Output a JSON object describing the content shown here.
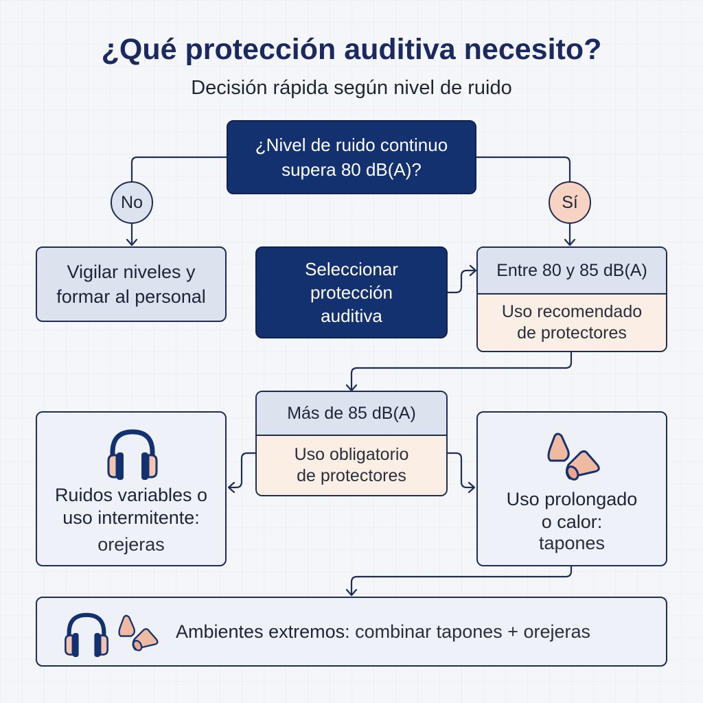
{
  "title": "¿Qué protección auditiva necesito?",
  "subtitle": "Decisión rápida según nivel de ruido",
  "question": "¿Nivel de ruido continuo\nsupera 80 dB(A)?",
  "branch_no": "No",
  "branch_yes": "Sí",
  "no_action": "Vigilar niveles y\nformar al personal",
  "select_label": "Seleccionar\nprotección\nauditiva",
  "range_80_85": {
    "header": "Entre 80 y 85 dB(A)",
    "body": "Uso recomendado\nde protectores"
  },
  "over_85": {
    "header": "Más de 85 dB(A)",
    "body": "Uso obligatorio\nde protectores"
  },
  "earmuffs_card": {
    "text_bold": "Ruidos variables o\nuso intermitente:",
    "text_normal": "orejeras",
    "icon": "earmuffs-icon"
  },
  "earplugs_card": {
    "text_bold": "Uso prolongado\no calor:",
    "text_normal": "tapones",
    "icon": "earplugs-icon"
  },
  "extreme": {
    "bold": "Ambientes extremos:",
    "normal": " combinar tapones + orejeras",
    "icons": [
      "earmuffs-icon",
      "earplugs-icon"
    ]
  },
  "colors": {
    "dark_navy": "#13306f",
    "light_blue": "#dde2ef",
    "peach": "#fbeee4",
    "yes_circle": "#f6d3c2",
    "no_circle": "#dde2ef"
  }
}
